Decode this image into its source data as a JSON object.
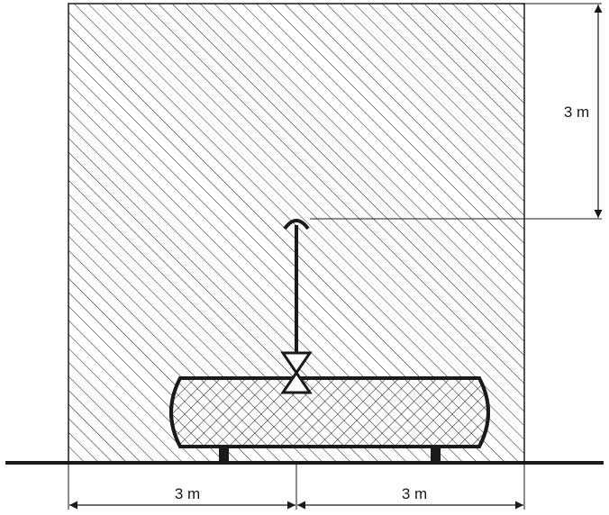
{
  "diagram": {
    "dimensions": {
      "vertical_label": "3 m",
      "horizontal_left_label": "3 m",
      "horizontal_right_label": "3 m"
    },
    "colors": {
      "line": "#1a1a1a",
      "background": "#ffffff"
    }
  }
}
